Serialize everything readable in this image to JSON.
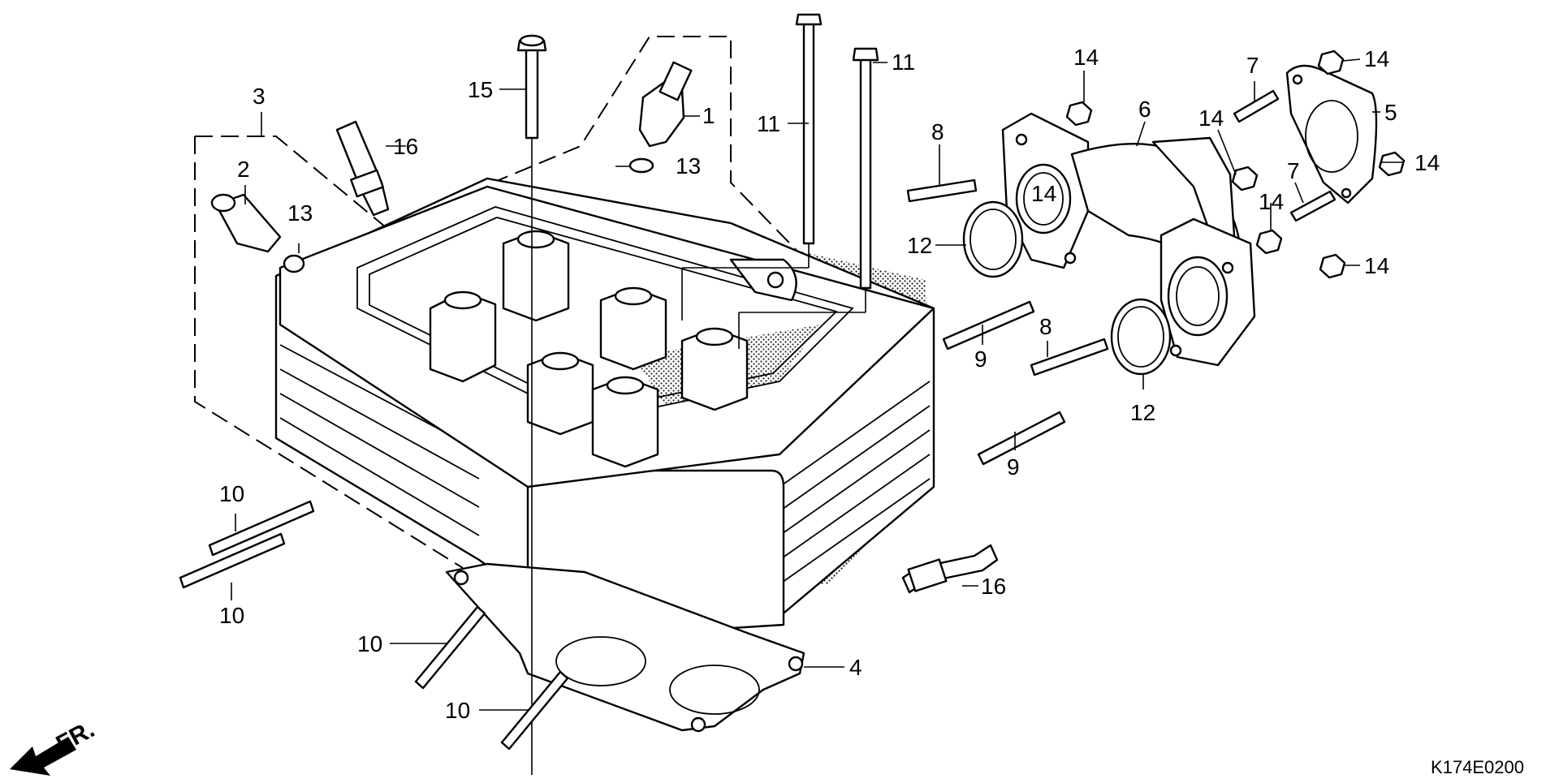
{
  "diagram": {
    "code": "K174E0200",
    "direction_label": "FR.",
    "callouts": [
      "1",
      "2",
      "3",
      "4",
      "5",
      "6",
      "7",
      "7",
      "8",
      "8",
      "9",
      "9",
      "10",
      "10",
      "10",
      "10",
      "11",
      "11",
      "12",
      "12",
      "13",
      "13",
      "14",
      "14",
      "14",
      "14",
      "14",
      "14",
      "14",
      "15",
      "16",
      "16"
    ]
  }
}
